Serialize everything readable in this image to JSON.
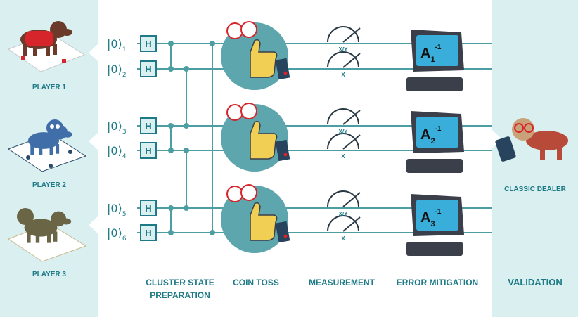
{
  "colors": {
    "panel": "#d9eff0",
    "teal": "#1d7a86",
    "wire": "#4d9ea3",
    "gate_fill": "#d9eff0",
    "coin_circle": "#5da6ad",
    "screen": "#3aaedb",
    "monitor": "#3a3f4a"
  },
  "players": [
    {
      "label": "PLAYER 1",
      "icon": "red-dog-icon"
    },
    {
      "label": "PLAYER 2",
      "icon": "blue-dog-icon"
    },
    {
      "label": "PLAYER 3",
      "icon": "olive-dog-icon"
    }
  ],
  "qubits": [
    {
      "ket": "|0⟩",
      "index": "1",
      "gate": "H"
    },
    {
      "ket": "|0⟩",
      "index": "2",
      "gate": "H"
    },
    {
      "ket": "|0⟩",
      "index": "3",
      "gate": "H"
    },
    {
      "ket": "|0⟩",
      "index": "4",
      "gate": "H"
    },
    {
      "ket": "|0⟩",
      "index": "5",
      "gate": "H"
    },
    {
      "ket": "|0⟩",
      "index": "6",
      "gate": "H"
    }
  ],
  "meters": [
    {
      "label": "X/Y"
    },
    {
      "label": "X"
    },
    {
      "label": "X/Y"
    },
    {
      "label": "X"
    },
    {
      "label": "X/Y"
    },
    {
      "label": "X"
    }
  ],
  "mitigation": [
    {
      "letter": "A",
      "sub": "1",
      "sup": "-1"
    },
    {
      "letter": "A",
      "sub": "2",
      "sup": "-1"
    },
    {
      "letter": "A",
      "sub": "3",
      "sup": "-1"
    }
  ],
  "stages": [
    {
      "line1": "CLUSTER STATE",
      "line2": "PREPARATION"
    },
    {
      "line1": "COIN TOSS",
      "line2": ""
    },
    {
      "line1": "MEASUREMENT",
      "line2": ""
    },
    {
      "line1": "ERROR MITIGATION",
      "line2": ""
    }
  ],
  "dealer": {
    "label": "CLASSIC DEALER",
    "icon": "dealer-dog-icon"
  },
  "validation": {
    "label": "VALIDATION"
  }
}
